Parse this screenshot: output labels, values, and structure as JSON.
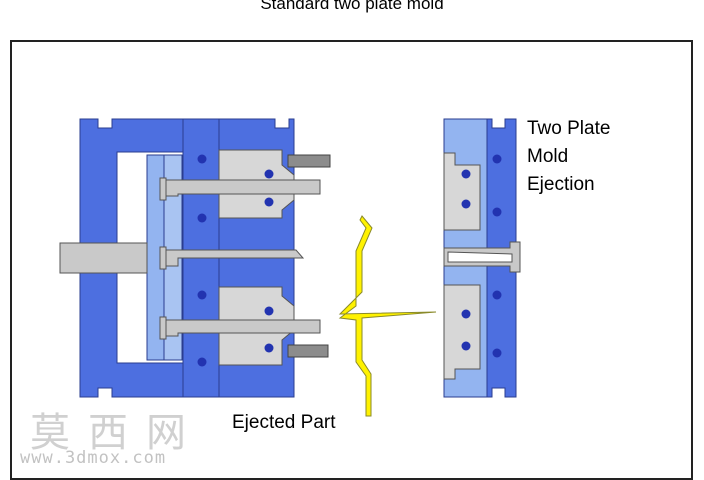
{
  "title": "Standard two plate mold",
  "labels": {
    "side_line1": "Two Plate",
    "side_line2": "Mold",
    "side_line3": "Ejection",
    "ejected_part": "Ejected Part"
  },
  "watermark": {
    "cn": "莫西网",
    "url": "www.3dmox.com"
  },
  "colors": {
    "plate_blue": "#4D6FE0",
    "plate_blue_light": "#93B4F0",
    "ejector_blue": "#A9C4F2",
    "cavity_gray": "#D7D7D7",
    "pin_gray": "#C9C9C9",
    "dark_gray": "#8C8C8C",
    "part_yellow": "#FFF200",
    "dot_blue": "#2233B0"
  }
}
